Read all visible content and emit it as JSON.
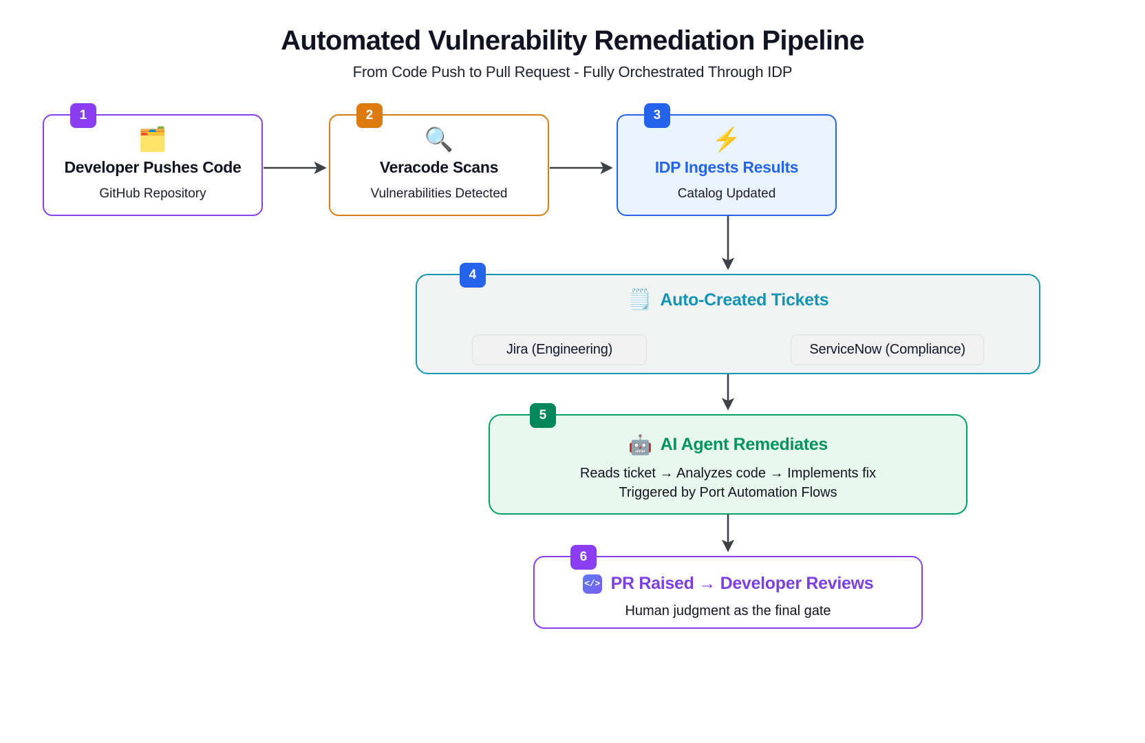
{
  "header": {
    "title": "Automated Vulnerability Remediation Pipeline",
    "subtitle": "From Code Push to Pull Request - Fully Orchestrated Through IDP"
  },
  "steps": [
    {
      "number": "1",
      "icon": "code-document-icon",
      "icon_glyph": "🗂️",
      "title": "Developer Pushes Code",
      "subtitle": "GitHub Repository",
      "accent": "#8B3DF2"
    },
    {
      "number": "2",
      "icon": "magnifying-glass-icon",
      "icon_glyph": "🔍",
      "title": "Veracode Scans",
      "subtitle": "Vulnerabilities Detected",
      "accent": "#DD7B10"
    },
    {
      "number": "3",
      "icon": "lightning-bolt-icon",
      "icon_glyph": "⚡",
      "title": "IDP Ingests Results",
      "subtitle": "Catalog Updated",
      "accent": "#2563EB",
      "fill": "#E9F4FE"
    },
    {
      "number": "4",
      "icon": "notepad-icon",
      "icon_glyph": "🗒️",
      "title": "Auto-Created Tickets",
      "accent": "#1295B5",
      "fill": "#F2F3F3",
      "pills": [
        "Jira (Engineering)",
        "ServiceNow (Compliance)"
      ]
    },
    {
      "number": "5",
      "icon": "robot-icon",
      "icon_glyph": "🤖",
      "title": "AI Agent Remediates",
      "body_line1": "Reads ticket → Analyzes code → Implements fix",
      "body_line2": "Triggered by Port Automation Flows",
      "accent": "#00A06A",
      "fill": "#E8F8EF"
    },
    {
      "number": "6",
      "icon": "code-brackets-icon",
      "icon_glyph": "</>",
      "title": "PR Raised → Developer Reviews",
      "subtitle": "Human judgment as the final gate",
      "accent": "#8B3DF2"
    }
  ],
  "arrows": {
    "color": "#3F3F46"
  }
}
